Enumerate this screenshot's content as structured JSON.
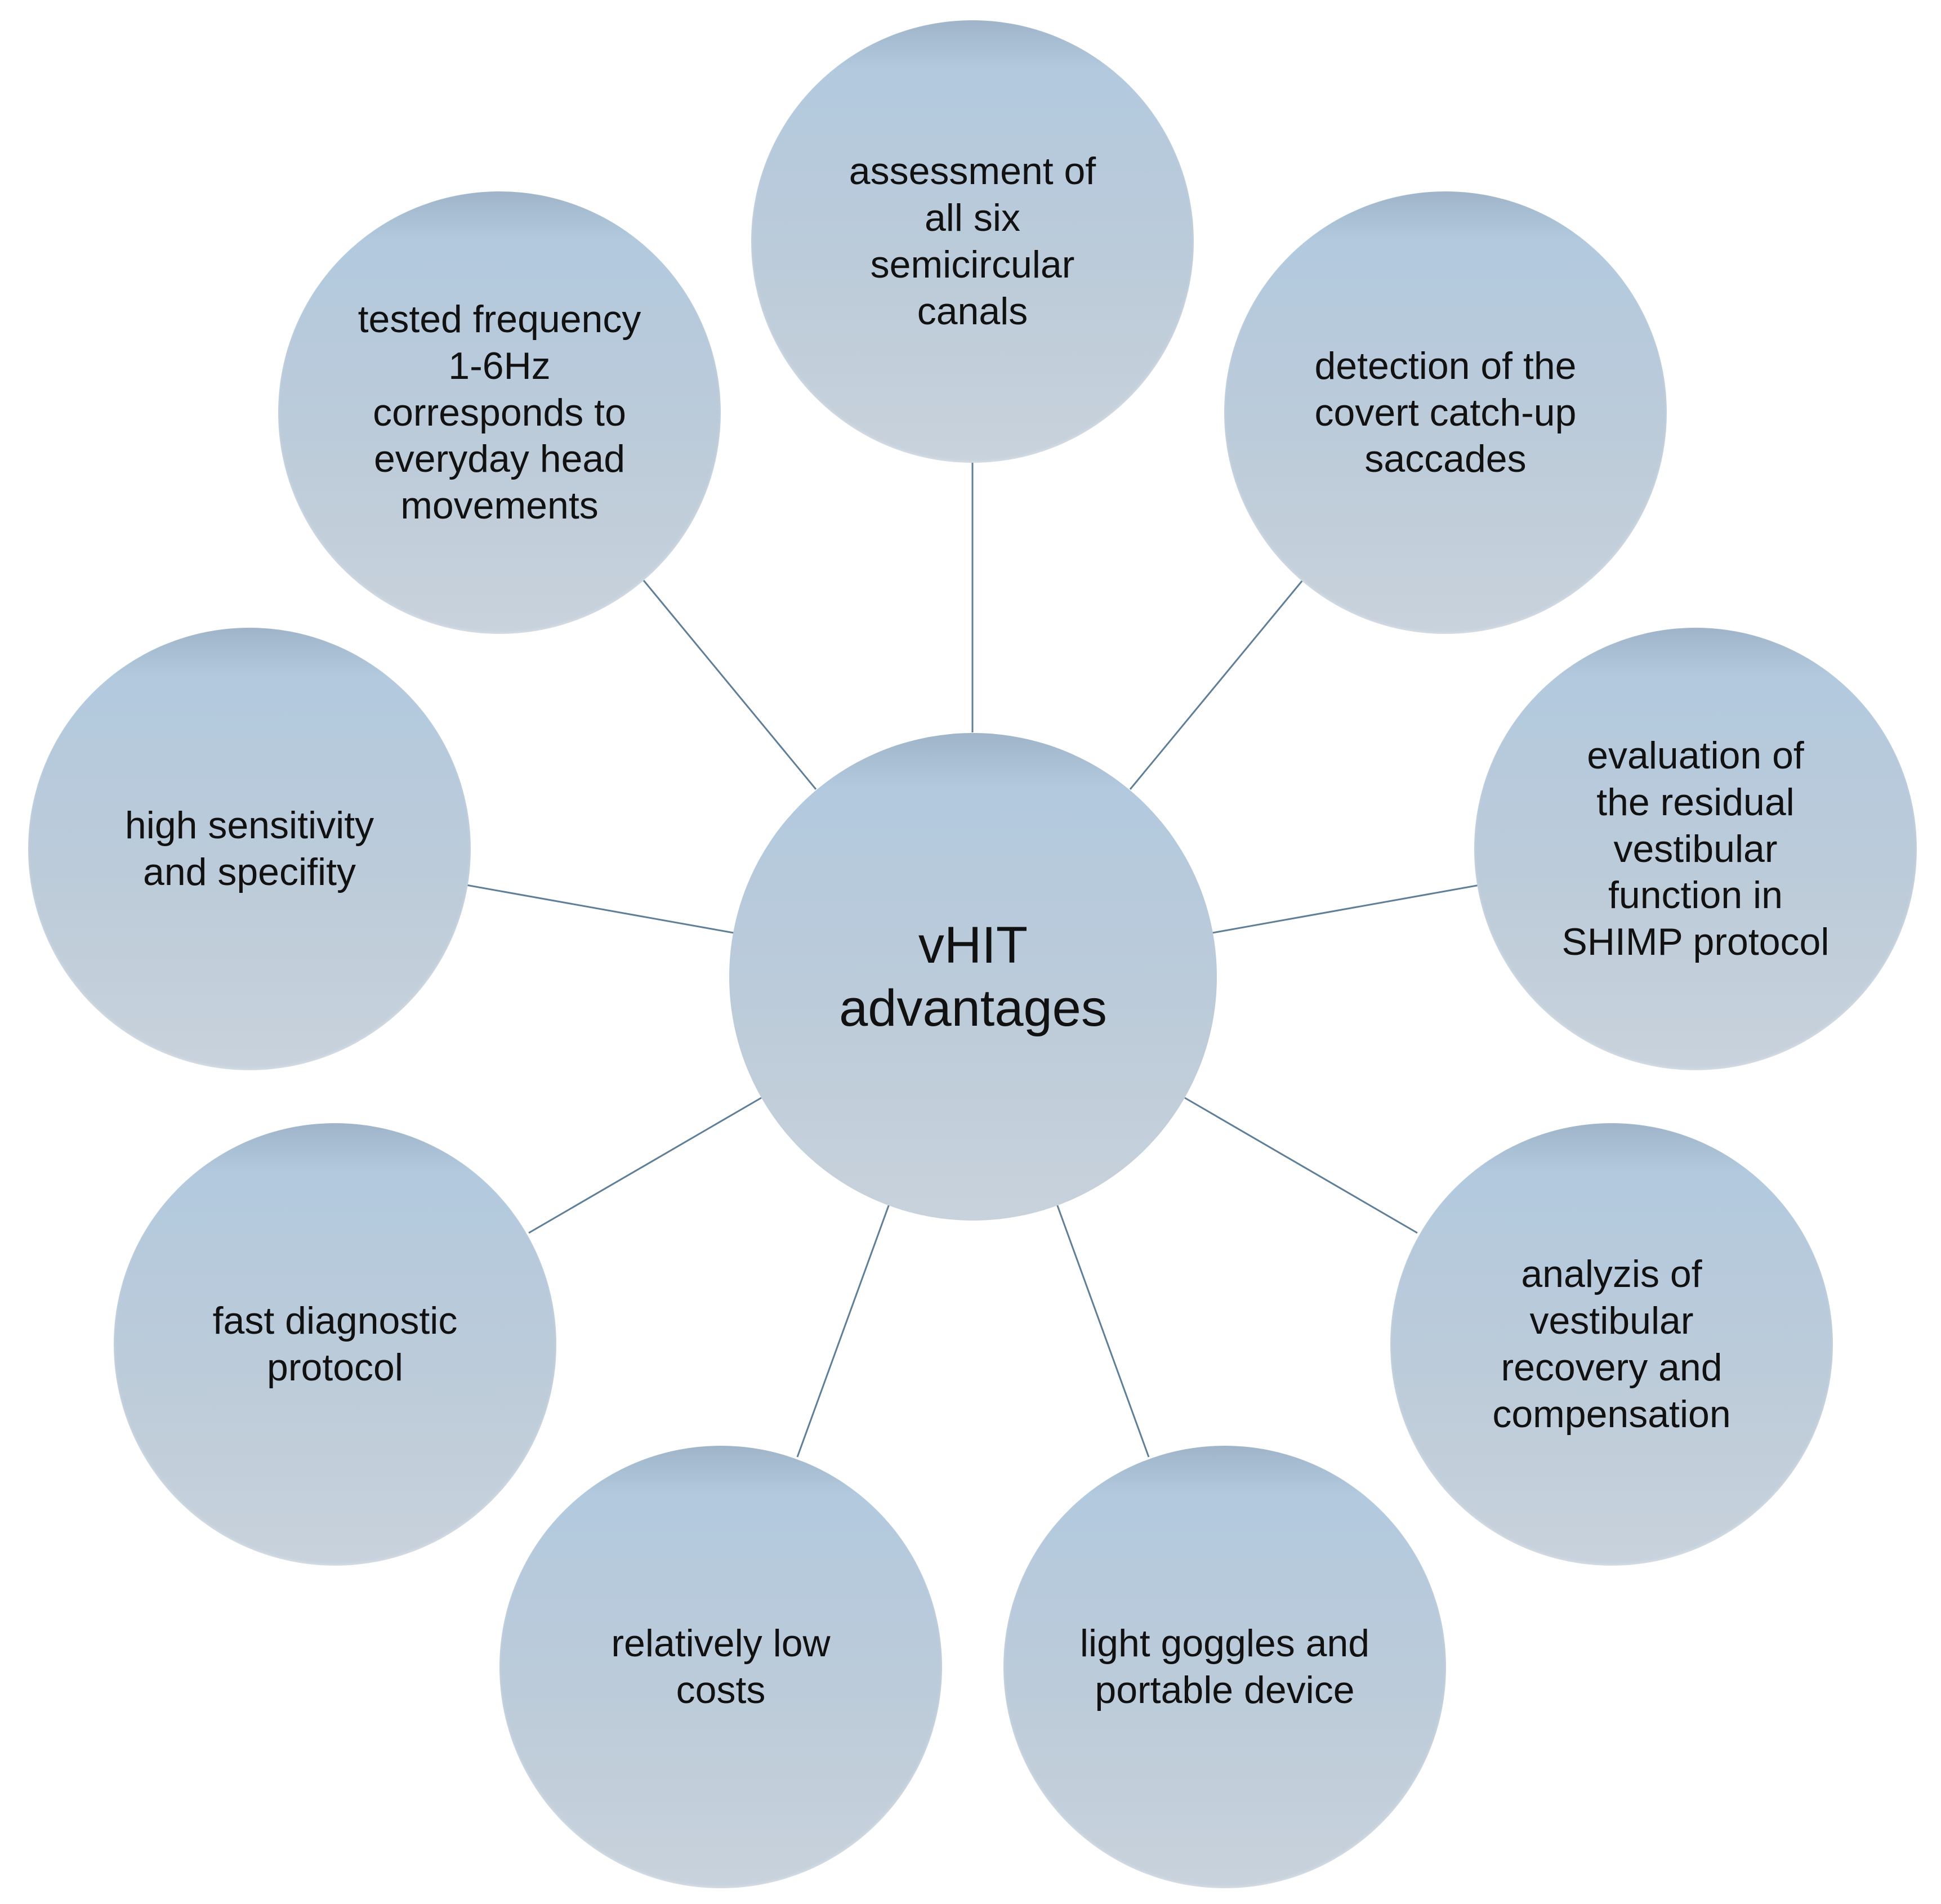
{
  "center": {
    "label": "vHIT\nadvantages"
  },
  "nodes": [
    {
      "label": "assessment of\nall six\nsemicircular\ncanals"
    },
    {
      "label": "detection of the\ncovert catch-up\nsaccades"
    },
    {
      "label": "evaluation of\nthe residual\nvestibular\nfunction in\nSHIMP protocol"
    },
    {
      "label": "analyzis of\nvestibular\nrecovery and\ncompensation"
    },
    {
      "label": "light goggles and\nportable device"
    },
    {
      "label": "relatively low\ncosts"
    },
    {
      "label": "fast diagnostic\nprotocol"
    },
    {
      "label": "high sensitivity\nand specifity"
    },
    {
      "label": "tested frequency\n1-6Hz\ncorresponds to\neveryday head\nmovements"
    }
  ],
  "colors": {
    "connector": "#5e7f97",
    "circle_top": "#b2c9de",
    "circle_bottom": "#c8d2dc"
  }
}
